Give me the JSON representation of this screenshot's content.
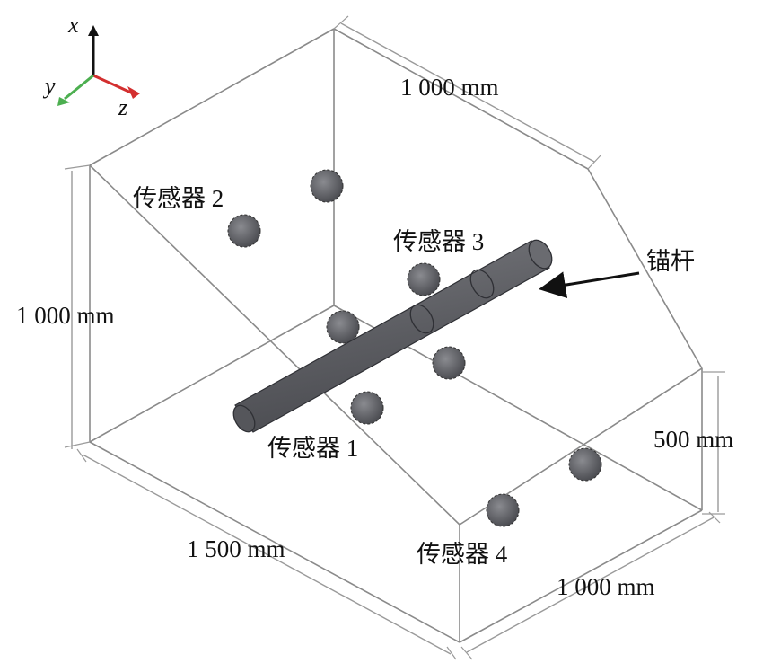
{
  "axes": {
    "x": "x",
    "y": "y",
    "z": "z",
    "x_color": "#111111",
    "y_color": "#4caf50",
    "z_color": "#d32f2f"
  },
  "dimensions": {
    "top_depth": "1 000 mm",
    "left_height": "1 000 mm",
    "bottom_width": "1 500 mm",
    "bottom_depth": "1 000 mm",
    "right_height": "500 mm"
  },
  "sensors": {
    "s1": "传感器 1",
    "s2": "传感器 2",
    "s3": "传感器 3",
    "s4": "传感器 4"
  },
  "anchor": {
    "label": "锚杆",
    "color": "#5f6066"
  },
  "sensor_color": "#5f6066"
}
